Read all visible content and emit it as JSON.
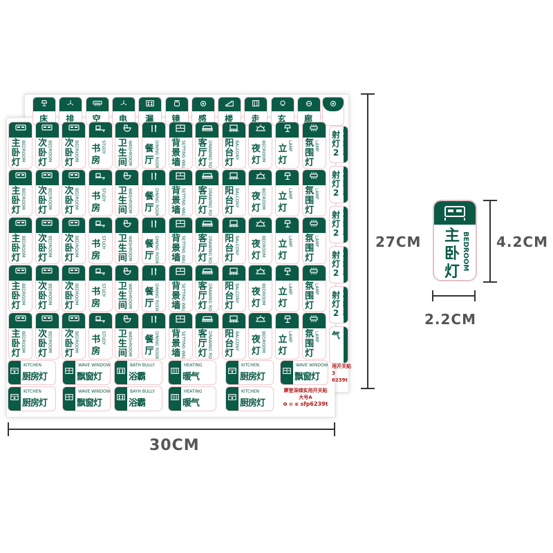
{
  "colors": {
    "accent": "#0a5a46",
    "border": "#f0c8cc",
    "info_red": "#b01818"
  },
  "grid_rows": [
    [
      {
        "cn": "主卧灯",
        "en": "BEDROOM",
        "icon": "bed-icon"
      },
      {
        "cn": "次卧灯",
        "en": "BEDROOM",
        "icon": "bed-icon"
      },
      {
        "cn": "次卧灯",
        "en": "BEDROOM",
        "icon": "bed-icon"
      },
      {
        "cn": "书房",
        "en": "STUDY",
        "icon": "desk-icon"
      },
      {
        "cn": "卫生间",
        "en": "WASHROOM",
        "icon": "toilet-icon"
      },
      {
        "cn": "餐厅",
        "en": "DINING ROOM",
        "icon": "cutlery-icon"
      },
      {
        "cn": "背景墙",
        "en": "SETTING WALL",
        "icon": "wall-icon"
      },
      {
        "cn": "客厅灯",
        "en": "DRAWING ROOM",
        "icon": "sofa-icon"
      },
      {
        "cn": "阳台灯",
        "en": "BALCONY",
        "icon": "balcony-icon"
      },
      {
        "cn": "夜灯",
        "en": "BEDROOM",
        "icon": "sunset-icon"
      },
      {
        "cn": "立灯",
        "en": "LAMP",
        "icon": "floor-lamp-icon"
      },
      {
        "cn": "氛围灯",
        "en": "LAMP",
        "icon": "ambient-light-icon"
      }
    ],
    [
      {
        "cn": "主卧灯",
        "en": "BEDROOM",
        "icon": "bed-icon"
      },
      {
        "cn": "次卧灯",
        "en": "BEDROOM",
        "icon": "bed-icon"
      },
      {
        "cn": "次卧灯",
        "en": "BEDROOM",
        "icon": "bed-icon"
      },
      {
        "cn": "书房",
        "en": "STUDY",
        "icon": "desk-icon"
      },
      {
        "cn": "卫生间",
        "en": "WASHROOM",
        "icon": "toilet-icon"
      },
      {
        "cn": "餐厅",
        "en": "DINING ROOM",
        "icon": "cutlery-icon"
      },
      {
        "cn": "背景墙",
        "en": "SETTING WALL",
        "icon": "wall-icon"
      },
      {
        "cn": "客厅灯",
        "en": "DRAWING ROOM",
        "icon": "sofa-icon"
      },
      {
        "cn": "阳台灯",
        "en": "BALCONY",
        "icon": "balcony-icon"
      },
      {
        "cn": "夜灯",
        "en": "BEDROOM",
        "icon": "sunset-icon"
      },
      {
        "cn": "立灯",
        "en": "LAMP",
        "icon": "floor-lamp-icon"
      },
      {
        "cn": "氛围灯",
        "en": "LAMP",
        "icon": "ambient-light-icon"
      }
    ],
    [
      {
        "cn": "主卧灯",
        "en": "BEDROOM",
        "icon": "bed-icon"
      },
      {
        "cn": "次卧灯",
        "en": "BEDROOM",
        "icon": "bed-icon"
      },
      {
        "cn": "次卧灯",
        "en": "BEDROOM",
        "icon": "bed-icon"
      },
      {
        "cn": "书房",
        "en": "STUDY",
        "icon": "desk-icon"
      },
      {
        "cn": "卫生间",
        "en": "WASHROOM",
        "icon": "toilet-icon"
      },
      {
        "cn": "餐厅",
        "en": "DINING ROOM",
        "icon": "cutlery-icon"
      },
      {
        "cn": "背景墙",
        "en": "SETTING WALL",
        "icon": "wall-icon"
      },
      {
        "cn": "客厅灯",
        "en": "DRAWING ROOM",
        "icon": "sofa-icon"
      },
      {
        "cn": "阳台灯",
        "en": "BALCONY",
        "icon": "balcony-icon"
      },
      {
        "cn": "夜灯",
        "en": "BEDROOM",
        "icon": "sunset-icon"
      },
      {
        "cn": "立灯",
        "en": "LAMP",
        "icon": "floor-lamp-icon"
      },
      {
        "cn": "氛围灯",
        "en": "LAMP",
        "icon": "ambient-light-icon"
      }
    ],
    [
      {
        "cn": "主卧灯",
        "en": "BEDROOM",
        "icon": "bed-icon"
      },
      {
        "cn": "次卧灯",
        "en": "BEDROOM",
        "icon": "bed-icon"
      },
      {
        "cn": "次卧灯",
        "en": "BEDROOM",
        "icon": "bed-icon"
      },
      {
        "cn": "书房",
        "en": "STUDY",
        "icon": "desk-icon"
      },
      {
        "cn": "卫生间",
        "en": "WASHROOM",
        "icon": "toilet-icon"
      },
      {
        "cn": "餐厅",
        "en": "DINING ROOM",
        "icon": "cutlery-icon"
      },
      {
        "cn": "背景墙",
        "en": "SETTING WALL",
        "icon": "wall-icon"
      },
      {
        "cn": "客厅灯",
        "en": "DRAWING ROOM",
        "icon": "sofa-icon"
      },
      {
        "cn": "阳台灯",
        "en": "BALCONY",
        "icon": "balcony-icon"
      },
      {
        "cn": "夜灯",
        "en": "BEDROOM",
        "icon": "sunset-icon"
      },
      {
        "cn": "立灯",
        "en": "LAMP",
        "icon": "floor-lamp-icon"
      },
      {
        "cn": "氛围灯",
        "en": "LAMP",
        "icon": "ambient-light-icon"
      }
    ],
    [
      {
        "cn": "主卧灯",
        "en": "BEDROOM",
        "icon": "bed-icon"
      },
      {
        "cn": "次卧灯",
        "en": "BEDROOM",
        "icon": "bed-icon"
      },
      {
        "cn": "次卧灯",
        "en": "BEDROOM",
        "icon": "bed-icon"
      },
      {
        "cn": "书房",
        "en": "STUDY",
        "icon": "desk-icon"
      },
      {
        "cn": "卫生间",
        "en": "WASHROOM",
        "icon": "toilet-icon"
      },
      {
        "cn": "餐厅",
        "en": "DINING ROOM",
        "icon": "cutlery-icon"
      },
      {
        "cn": "背景墙",
        "en": "SETTING WALL",
        "icon": "wall-icon"
      },
      {
        "cn": "客厅灯",
        "en": "DRAWING ROOM",
        "icon": "sofa-icon"
      },
      {
        "cn": "阳台灯",
        "en": "BALCONY",
        "icon": "balcony-icon"
      },
      {
        "cn": "夜灯",
        "en": "BEDROOM",
        "icon": "sunset-icon"
      },
      {
        "cn": "立灯",
        "en": "LAMP",
        "icon": "floor-lamp-icon"
      },
      {
        "cn": "氛围灯",
        "en": "LAMP",
        "icon": "ambient-light-icon"
      }
    ]
  ],
  "wide_rows": [
    [
      {
        "cn": "厨房灯",
        "en": "KITCHEN",
        "icon": "stove-icon"
      },
      {
        "cn": "飘窗灯",
        "en": "WAVE WINDOW",
        "icon": "window-icon"
      },
      {
        "cn": "浴霸",
        "en": "BATH BULLY",
        "icon": "bath-heater-icon"
      },
      {
        "cn": "暖气",
        "en": "HEATING",
        "icon": "radiator-icon"
      },
      {
        "cn": "厨房灯",
        "en": "KITCHEN",
        "icon": "stove-icon"
      },
      {
        "cn": "飘窗灯",
        "en": "WAVE WINDOW",
        "icon": "window-icon"
      }
    ],
    [
      {
        "cn": "厨房灯",
        "en": "KITCHEN",
        "icon": "stove-icon"
      },
      {
        "cn": "飘窗灯",
        "en": "WAVE WINDOW",
        "icon": "window-icon"
      },
      {
        "cn": "浴霸",
        "en": "BAYH BULLY",
        "icon": "bath-heater-icon"
      },
      {
        "cn": "暖气",
        "en": "HEATING",
        "icon": "radiator-icon"
      },
      {
        "cn": "厨房灯",
        "en": "KITCHEN",
        "icon": "stove-icon"
      }
    ]
  ],
  "back_sheet": {
    "top_row": [
      {
        "cn": "床",
        "icon": "table-lamp-icon"
      },
      {
        "cn": "排",
        "icon": "exhaust-fan-icon"
      },
      {
        "cn": "空",
        "icon": "air-conditioner-icon"
      },
      {
        "cn": "电",
        "icon": "ceiling-fan-icon"
      },
      {
        "cn": "漏",
        "icon": "bath-heater-icon"
      },
      {
        "cn": "镜",
        "icon": "mirror-light-icon"
      },
      {
        "cn": "感",
        "icon": "sensor-light-icon"
      },
      {
        "cn": "楼",
        "icon": "stairs-icon"
      },
      {
        "cn": "走",
        "icon": "corridor-icon"
      },
      {
        "cn": "玄",
        "icon": "bulb-icon"
      },
      {
        "cn": "廊",
        "icon": "wall-lamp-icon"
      }
    ],
    "side_column": [
      {
        "cn": "射灯2",
        "en": "SPOTLIGHTS"
      },
      {
        "cn": "射灯2",
        "en": "SPOTLIGHTS"
      },
      {
        "cn": "射灯2",
        "en": "SPOTLIGHTS"
      },
      {
        "cn": "射灯2",
        "en": "SPOTLIGHTS"
      },
      {
        "cn": "射灯2",
        "en": "SPOTLIGHTS"
      },
      {
        "cn": "气",
        "en": ""
      }
    ],
    "info_lines": [
      "用开关贴",
      "3",
      "6239t"
    ]
  },
  "sheet_info": {
    "line1": "摩登深绿实用开关贴",
    "line2": "大号A",
    "icons": "❶ ⊙ ⊗",
    "code": "sfp6239t"
  },
  "sample": {
    "cn": "主卧灯",
    "en": "BEDROOM",
    "icon": "bed-icon"
  },
  "dimensions": {
    "sheet_height": "27CM",
    "sheet_width": "30CM",
    "sticker_height": "4.2CM",
    "sticker_width": "2.2CM"
  }
}
